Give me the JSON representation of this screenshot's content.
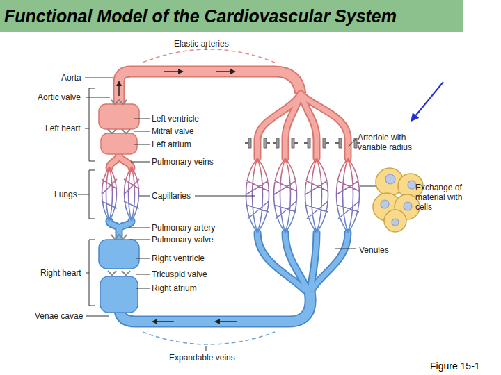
{
  "diagram": {
    "title": "Functional Model of the Cardiovascular System",
    "caption": "Figure 15-1",
    "labels": [
      "Elastic arteries",
      "Aorta",
      "Aortic valve",
      "Left ventricle",
      "Left heart",
      "Mitral valve",
      "Left atrium",
      "Arteriole with variable radius",
      "Pulmonary veins",
      "Exchange of material with cells",
      "Lungs",
      "Capillaries",
      "Pulmonary artery",
      "Pulmonary valve",
      "Venules",
      "Right ventricle",
      "Right heart",
      "Tricuspid valve",
      "Right atrium",
      "Venae cavae",
      "Expandable veins"
    ]
  }
}
